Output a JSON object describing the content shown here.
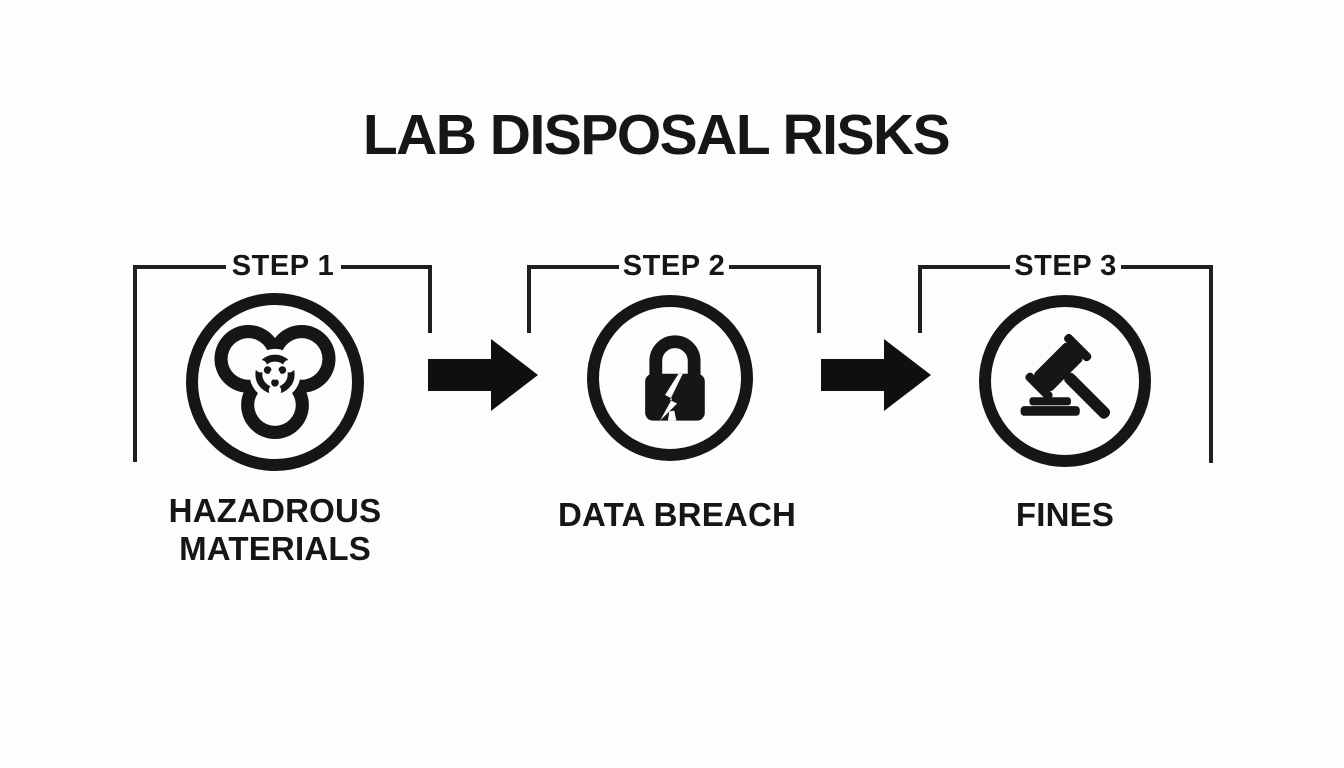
{
  "title": "LAB DISPOSAL RISKS",
  "steps": [
    {
      "step_label": "STEP 1",
      "name": "HAZADROUS MATERIALS",
      "name_lines": [
        "HAZADROUS",
        "MATERIALS"
      ],
      "icon": "biohazard-icon"
    },
    {
      "step_label": "STEP 2",
      "name": "DATA BREACH",
      "name_lines": [
        "DATA BREACH"
      ],
      "icon": "broken-padlock-icon"
    },
    {
      "step_label": "STEP 3",
      "name": "FINES",
      "name_lines": [
        "FINES"
      ],
      "icon": "gavel-icon"
    }
  ],
  "connectors": [
    {
      "icon": "arrow-right"
    },
    {
      "icon": "arrow-right"
    }
  ],
  "colors": {
    "ink": "#161616",
    "line": "#1f1f1f",
    "bg": "#fdfdfd"
  }
}
